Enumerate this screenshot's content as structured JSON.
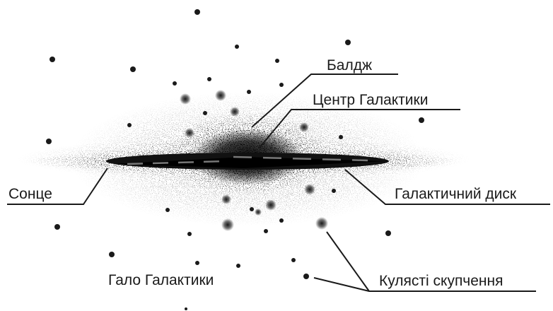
{
  "labels": {
    "bulge": "Балдж",
    "galactic_center": "Центр Галактики",
    "sun": "Сонце",
    "galactic_disk": "Галактичний диск",
    "galactic_halo": "Гало Галактики",
    "globular_clusters": "Кулясті скупчення"
  },
  "colors": {
    "ink": "#1a1a1a",
    "background": "#ffffff"
  }
}
